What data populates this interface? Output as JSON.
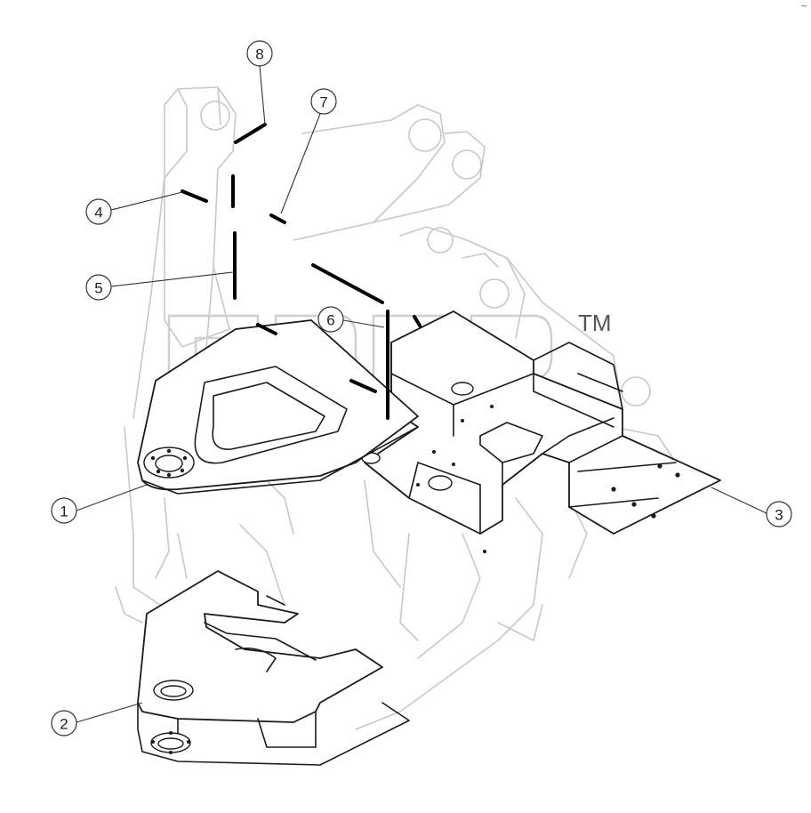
{
  "diagram": {
    "watermark_mark": "TM",
    "corner_glyph": "~",
    "callouts": [
      {
        "id": "1",
        "label": "1"
      },
      {
        "id": "2",
        "label": "2"
      },
      {
        "id": "3",
        "label": "3"
      },
      {
        "id": "4",
        "label": "4"
      },
      {
        "id": "5",
        "label": "5"
      },
      {
        "id": "6",
        "label": "6"
      },
      {
        "id": "7",
        "label": "7"
      },
      {
        "id": "8",
        "label": "8"
      }
    ],
    "colors": {
      "part_outline": "#1a1a1a",
      "ghost_outline": "#c8c8c8",
      "weld_bead": "#000000",
      "background": "#ffffff"
    }
  }
}
